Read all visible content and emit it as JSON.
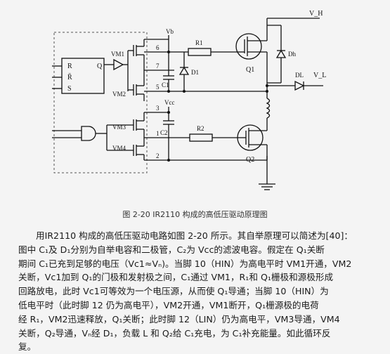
{
  "circuit": {
    "rail_labels": {
      "vh": "V_H",
      "vl": "V_L",
      "vb": "Vb",
      "vcc": "Vcc"
    },
    "components": {
      "q1": "Q1",
      "q2": "Q2",
      "r1": "R1",
      "r2": "R2",
      "c1": "C1",
      "c2": "C2",
      "d1": "D1",
      "dh": "Dh",
      "dl": "DL",
      "vm1": "VM1",
      "vm2": "VM2",
      "vm3": "VM3",
      "vm4": "VM4"
    },
    "flipflop_pins": {
      "r": "R",
      "rbar": "R̄",
      "s": "S",
      "q": "Q"
    },
    "pin_numbers": [
      "6",
      "7",
      "5",
      "3",
      "1",
      "2"
    ]
  },
  "caption": "图 2-20 IR2110 构成的高低压驱动原理图",
  "paragraph_lines": [
    "用IR2110 构成的高低压驱动电路如图 2-20 所示。其自举原理可以简述为[40]：",
    "图中 C₁及 D₁分别为自举电容和二极管，C₂为 Vcc的滤波电容。假定在 Q₁关断",
    "期间 C₁已充到足够的电压（Vc1≈Vₙ)。当脚 10（HIN）为高电平时 VM1开通，VM2",
    "关断，Vc1加到 Q₁的门极和发射极之间，C₁通过 VM1，R₁和 Q₁栅极和源极形成",
    "回路放电，此时 Vc1可等效为一个电压源，从而使 Q₁导通；当脚 10（HIN）为",
    "低电平时（此时脚 12 仍为高电平），VM2开通，VM1断开，Q₁栅源极的电荷",
    "经 R₁，VM2迅速释放，Q₁关断；此时脚 12（LIN）仍为高电平，VM3导通，VM4",
    "关断，Q₂导通，Vₙ经 D₁，负载 L 和 Q₂给 C₁充电，为 C₁补充能量。如此循环反",
    "复。"
  ]
}
